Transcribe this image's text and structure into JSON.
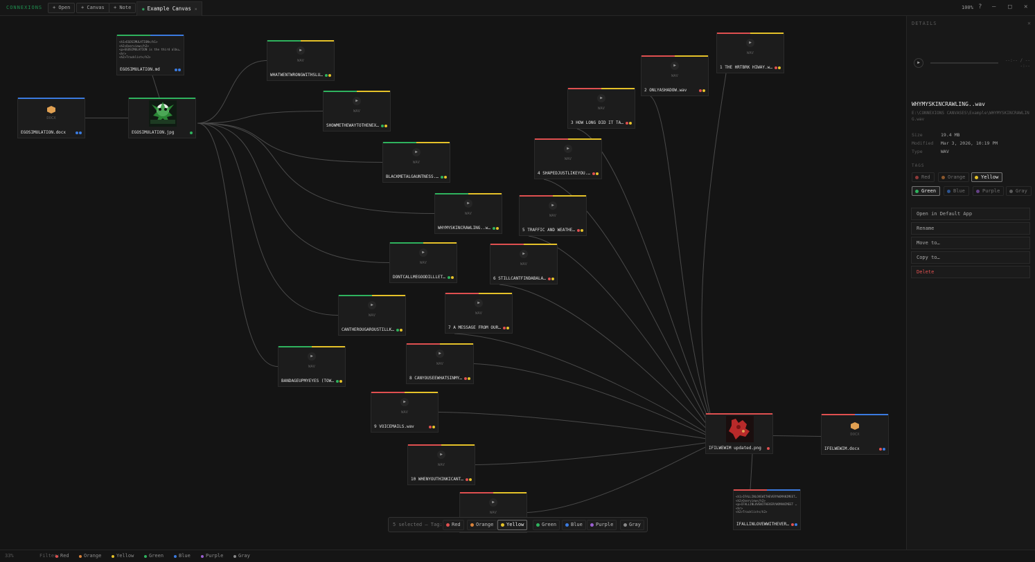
{
  "app": {
    "brand": "CONNEXIONS"
  },
  "toolbar": {
    "open": "+ Open",
    "canvas": "+ Canvas",
    "note": "+ Note"
  },
  "tab": {
    "label": "Example Canvas",
    "close": "×"
  },
  "window": {
    "zoom": "100%",
    "help": "?",
    "minimize": "—",
    "maximize": "□",
    "close": "✕"
  },
  "colors": {
    "Red": "#e05050",
    "Orange": "#d9823a",
    "Yellow": "#e6c229",
    "Green": "#2fb35e",
    "Blue": "#3b7be0",
    "Purple": "#9a5fd0",
    "Gray": "#8a8a8a"
  },
  "nodes": [
    {
      "label": "EGOSIMULATION.md",
      "kind": "md",
      "bar": [
        "Green",
        "Blue"
      ],
      "dots": [
        "Blue",
        "Blue"
      ],
      "snippet": "<h1>EGOSIMULATION</h1>\n<h2>Overview</h2>\n<p>EGOSIMULATION is the third albu…\n<hr>\n<h2>Tracklist</h2>"
    },
    {
      "label": "EGOSIMULATION.docx",
      "kind": "docx",
      "type": "DOCX",
      "bar": [
        "Blue"
      ],
      "dots": [
        "Blue",
        "Blue"
      ]
    },
    {
      "label": "EGOSIMULATION.jpg",
      "kind": "img",
      "bar": [
        "Green"
      ],
      "dots": [
        "Green"
      ]
    },
    {
      "label": "WHATWENTWRONGWITHSLUM…",
      "type": "WAV",
      "bar": [
        "Green",
        "Yellow"
      ],
      "dots": [
        "Green",
        "Yellow"
      ]
    },
    {
      "label": "SHOWMETHEWAYTOTHENEXW…",
      "type": "WAV",
      "bar": [
        "Green",
        "Yellow"
      ],
      "dots": [
        "Green",
        "Yellow"
      ]
    },
    {
      "label": "BLACKMETALGAUNTNESS.w…",
      "type": "WAV",
      "bar": [
        "Green",
        "Yellow"
      ],
      "dots": [
        "Green",
        "Yellow"
      ]
    },
    {
      "label": "WHYMYSKINCRAWLING..wav",
      "type": "WAV",
      "bar": [
        "Green",
        "Yellow"
      ],
      "dots": [
        "Green",
        "Yellow"
      ]
    },
    {
      "label": "DONTCALLMEGOODILLLETY…",
      "type": "WAV",
      "bar": [
        "Green",
        "Yellow"
      ],
      "dots": [
        "Green",
        "Yellow"
      ]
    },
    {
      "label": "CANTHEROUGAROUSTILLKN…",
      "type": "WAV",
      "bar": [
        "Green",
        "Yellow"
      ],
      "dots": [
        "Green",
        "Yellow"
      ]
    },
    {
      "label": "BANDAGEUPMYEYES (TOWE…",
      "type": "WAV",
      "bar": [
        "Green",
        "Yellow"
      ],
      "dots": [
        "Green",
        "Yellow"
      ]
    },
    {
      "label": "1 THE HRTBRK HIWAY.wav",
      "type": "WAV",
      "bar": [
        "Red",
        "Yellow"
      ],
      "dots": [
        "Red",
        "Yellow"
      ]
    },
    {
      "label": "2 ONLYASHADOW.wav",
      "type": "WAV",
      "bar": [
        "Red",
        "Yellow"
      ],
      "dots": [
        "Red",
        "Yellow"
      ]
    },
    {
      "label": "3 HOW LONG DID IT TAK…",
      "type": "WAV",
      "bar": [
        "Red",
        "Yellow"
      ],
      "dots": [
        "Red",
        "Yellow"
      ]
    },
    {
      "label": "4 SHAPEDJUSTLIKEYOU.w…",
      "type": "WAV",
      "bar": [
        "Red",
        "Yellow"
      ],
      "dots": [
        "Red",
        "Yellow"
      ]
    },
    {
      "label": "5 TRAFFIC AND WEATHER…",
      "type": "WAV",
      "bar": [
        "Red",
        "Yellow"
      ],
      "dots": [
        "Red",
        "Yellow"
      ]
    },
    {
      "label": "6 STILLCANTFINDABALAN…",
      "type": "WAV",
      "bar": [
        "Red",
        "Yellow"
      ],
      "dots": [
        "Red",
        "Yellow"
      ]
    },
    {
      "label": "7 A MESSAGE FROM OUR …",
      "type": "WAV",
      "bar": [
        "Red",
        "Yellow"
      ],
      "dots": [
        "Red",
        "Yellow"
      ]
    },
    {
      "label": "8 CANYOUSEEWHATSINMYH…",
      "type": "WAV",
      "bar": [
        "Red",
        "Yellow"
      ],
      "dots": [
        "Red",
        "Yellow"
      ]
    },
    {
      "label": "9 VOICEMAILS.wav",
      "type": "WAV",
      "bar": [
        "Red",
        "Yellow"
      ],
      "dots": [
        "Red",
        "Yellow"
      ]
    },
    {
      "label": "10 WHENYOUTHINKICANTH…",
      "type": "WAV",
      "bar": [
        "Red",
        "Yellow"
      ],
      "dots": [
        "Red",
        "Yellow"
      ]
    },
    {
      "label": "",
      "type": "WAV",
      "bar": [
        "Red",
        "Yellow"
      ],
      "dots": []
    },
    {
      "label": "IFILWEWIM updated.png",
      "kind": "img",
      "bar": [
        "Red"
      ],
      "dots": [
        "Red"
      ]
    },
    {
      "label": "IFELWEWIM.docx",
      "kind": "docx",
      "type": "DOCX",
      "bar": [
        "Red",
        "Blue"
      ],
      "dots": [
        "Red",
        "Blue"
      ]
    },
    {
      "label": "IFALLINLOVEWWITHEVERY…",
      "kind": "md",
      "bar": [
        "Red",
        "Blue"
      ],
      "dots": [
        "Red",
        "Blue"
      ],
      "snippet": "<h1>IFALLINLOVEWITHEVERYWOMANIMEET…\n<h2>Overview</h2>\n<p>IFALLINLOVEWITHEVERYWOMANIMEET …\n<hr>\n<h2>Tracklist</h2>"
    }
  ],
  "selection": {
    "label": "5 selected — Tag:",
    "tags": [
      "Red",
      "Orange",
      "Yellow",
      "Green",
      "Blue",
      "Purple",
      "Gray"
    ],
    "active": "Yellow"
  },
  "details": {
    "header": "DETAILS",
    "close": "✕",
    "time": "--:-- / --\n-:--",
    "filename": "WHYMYSKINCRAWLING..wav",
    "path": "E:\\CONNEXIONS CANVASES\\Example\\WHYMYSKINCRAWLING.wav",
    "size_label": "Size",
    "size": "19.4 MB",
    "modified_label": "Modified",
    "modified": "Mar 3, 2026, 10:19 PM",
    "type_label": "Type",
    "type": "WAV",
    "tags_label": "TAGS",
    "tags": [
      "Red",
      "Orange",
      "Yellow",
      "Green",
      "Blue",
      "Purple",
      "Gray"
    ],
    "active_tags": [
      "Yellow",
      "Green"
    ],
    "actions": {
      "open": "Open in Default App",
      "rename": "Rename",
      "move": "Move to…",
      "copy": "Copy to…",
      "delete": "Delete"
    }
  },
  "bottombar": {
    "count": "33%",
    "filter_label": "Filter:",
    "filters": [
      "Red",
      "Orange",
      "Yellow",
      "Green",
      "Blue",
      "Purple",
      "Gray"
    ]
  }
}
